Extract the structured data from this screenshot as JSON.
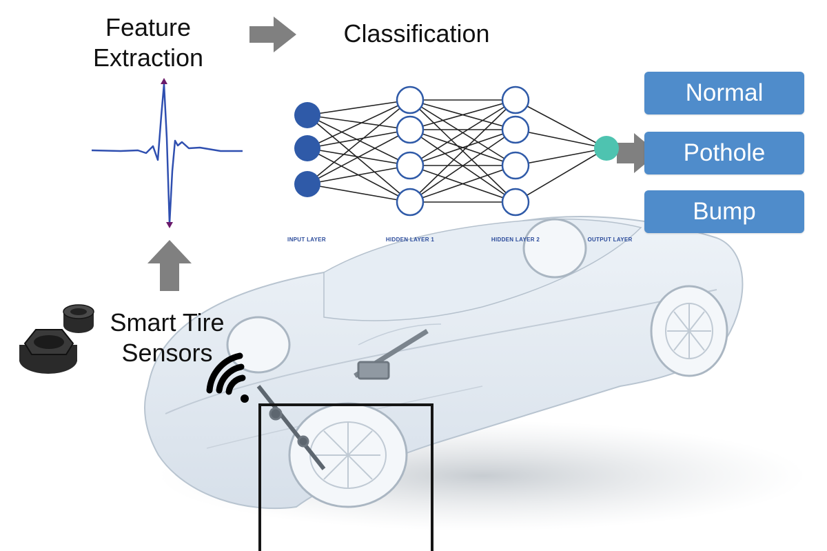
{
  "labels": {
    "feature_extraction_line1": "Feature",
    "feature_extraction_line2": "Extraction",
    "classification": "Classification",
    "sensors_line1": "Smart Tire",
    "sensors_line2": "Sensors"
  },
  "network": {
    "layers": [
      {
        "label": "INPUT LAYER",
        "nodes": 3
      },
      {
        "label": "HIDDEN LAYER 1",
        "nodes": 4
      },
      {
        "label": "HIDDEN LAYER 2",
        "nodes": 4
      },
      {
        "label": "OUTPUT LAYER",
        "nodes": 1
      }
    ]
  },
  "classes": [
    "Normal",
    "Pothole",
    "Bump"
  ],
  "colors": {
    "input_node": "#2f5aa8",
    "hidden_node_stroke": "#2f5aa8",
    "output_node": "#4ec3b0",
    "class_box": "#4f8ccb",
    "arrow": "#808080",
    "signal": "#2f4fb0"
  }
}
